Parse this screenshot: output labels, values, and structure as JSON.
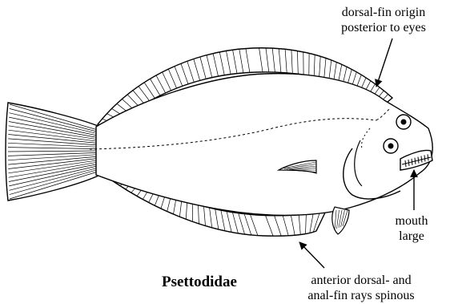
{
  "diagram": {
    "family_name": "Psettodidae",
    "labels": {
      "dorsal_origin": [
        "dorsal-fin origin",
        "posterior to eyes"
      ],
      "mouth": [
        "mouth",
        "large"
      ],
      "spinous_rays": [
        "anterior dorsal- and",
        "anal-fin rays spinous"
      ]
    },
    "colors": {
      "ink": "#000000",
      "background": "#ffffff"
    }
  }
}
